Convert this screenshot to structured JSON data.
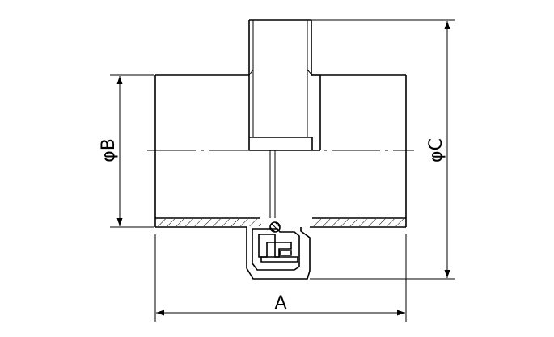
{
  "labels": {
    "dim_a": "A",
    "dim_b": "φB",
    "dim_c": "φC"
  },
  "colors": {
    "line": "#000000",
    "background": "#ffffff"
  }
}
